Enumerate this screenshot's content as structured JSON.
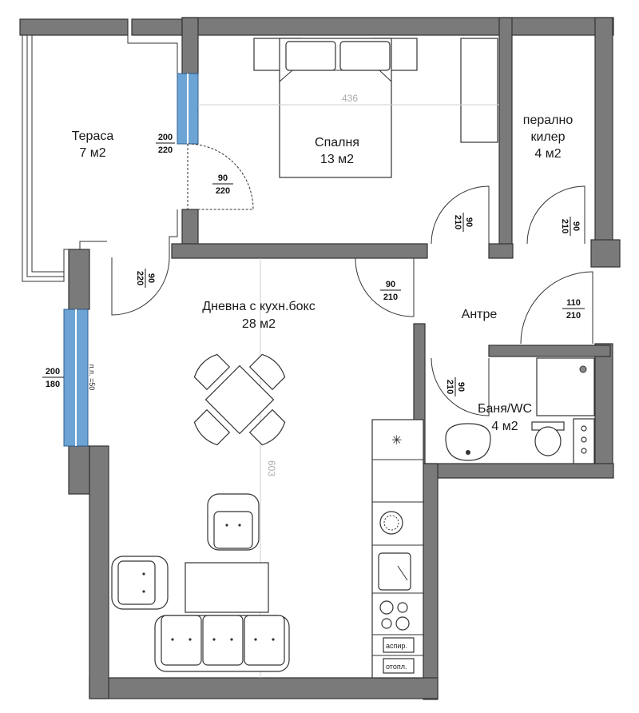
{
  "rooms": {
    "terrace": {
      "name": "Тераса",
      "area": "7 м2"
    },
    "bedroom": {
      "name": "Спалня",
      "area": "13 м2"
    },
    "laundry": {
      "name": "перално",
      "name2": "килер",
      "area": "4 м2"
    },
    "living": {
      "name": "Дневна с кухн.бокс",
      "area": "28 м2"
    },
    "hall": {
      "name": "Антре"
    },
    "bath": {
      "name": "Баня/WC",
      "area": "4 м2"
    }
  },
  "dimensions": {
    "bedroom_width": "436",
    "living_depth": "603"
  },
  "openings": {
    "terrace_window": {
      "w": "200",
      "h": "220"
    },
    "terrace_door": {
      "w": "90",
      "h": "220"
    },
    "bedroom_door": {
      "w": "90",
      "h": "210"
    },
    "laundry_door": {
      "w": "90",
      "h": "210"
    },
    "living_door_left": {
      "w": "90",
      "h": "220"
    },
    "living_door_hall": {
      "w": "90",
      "h": "210"
    },
    "entrance_door": {
      "w": "110",
      "h": "210"
    },
    "bath_door": {
      "w": "90",
      "h": "210"
    },
    "living_window": {
      "w": "200",
      "h": "180",
      "sill": "п.п. =50"
    }
  },
  "appliances": {
    "hood": "аспир.",
    "heater": "отопл."
  }
}
